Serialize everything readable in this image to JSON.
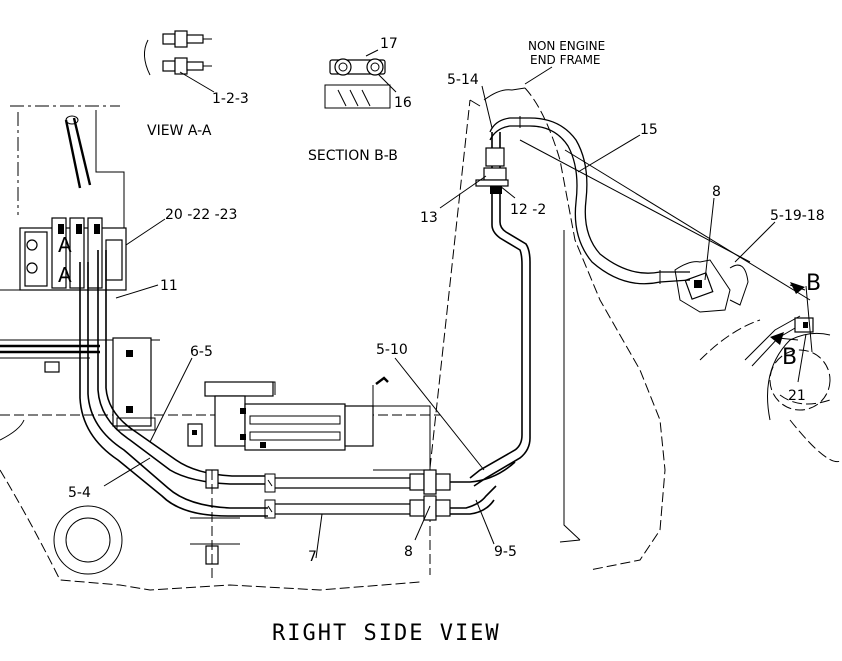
{
  "title": "RIGHT SIDE VIEW",
  "views": {
    "view_a": "VIEW A-A",
    "section_b": "SECTION B-B",
    "frame_note_line1": "NON ENGINE",
    "frame_note_line2": "END FRAME"
  },
  "callouts": {
    "c_1_2_3": "1-2-3",
    "c_17": "17",
    "c_16": "16",
    "c_5_14": "5-14",
    "c_15": "15",
    "c_13": "13",
    "c_12_2": "12 -2",
    "c_20_22_23": "20 -22 -23",
    "c_11": "11",
    "c_8_top": "8",
    "c_5_19_18": "5-19-18",
    "c_b_upper": "B",
    "c_b_lower": "B",
    "c_21": "21",
    "c_6_5": "6-5",
    "c_5_10": "5-10",
    "c_5_4": "5-4",
    "c_7": "7",
    "c_8_bottom": "8",
    "c_9_5": "9-5",
    "c_a_upper": "A",
    "c_a_lower": "A"
  }
}
